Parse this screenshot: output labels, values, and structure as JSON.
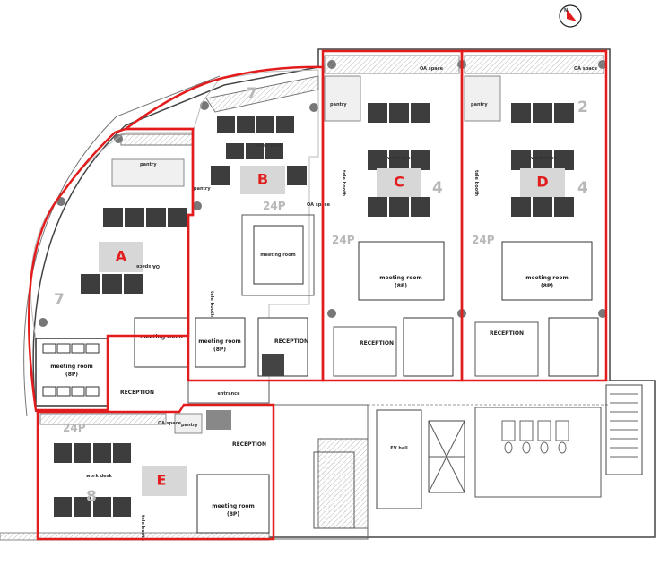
{
  "zones": [
    "A",
    "B",
    "C",
    "D",
    "E"
  ],
  "labels": {
    "meeting_room": "meeting room",
    "capacity_8p": "(8P)",
    "meeting_4p_a": "meeting room",
    "reception": "RECEPTION",
    "pantry": "pantry",
    "oa_space": "OA space",
    "work_desk": "work desk",
    "tele_booth": "tele booth",
    "entrance": "entrance",
    "ev_hall": "EV hall",
    "p24": "24P",
    "p7": "7",
    "p4": "4",
    "p2": "2",
    "p8": "8",
    "north": "N"
  },
  "colors": {
    "zone_outline": "#e21c1c",
    "desk": "#3d3d3d",
    "label_box": "#d7d7d7",
    "wall": "#4a4a4a",
    "floor_line": "#9a9a9a"
  }
}
